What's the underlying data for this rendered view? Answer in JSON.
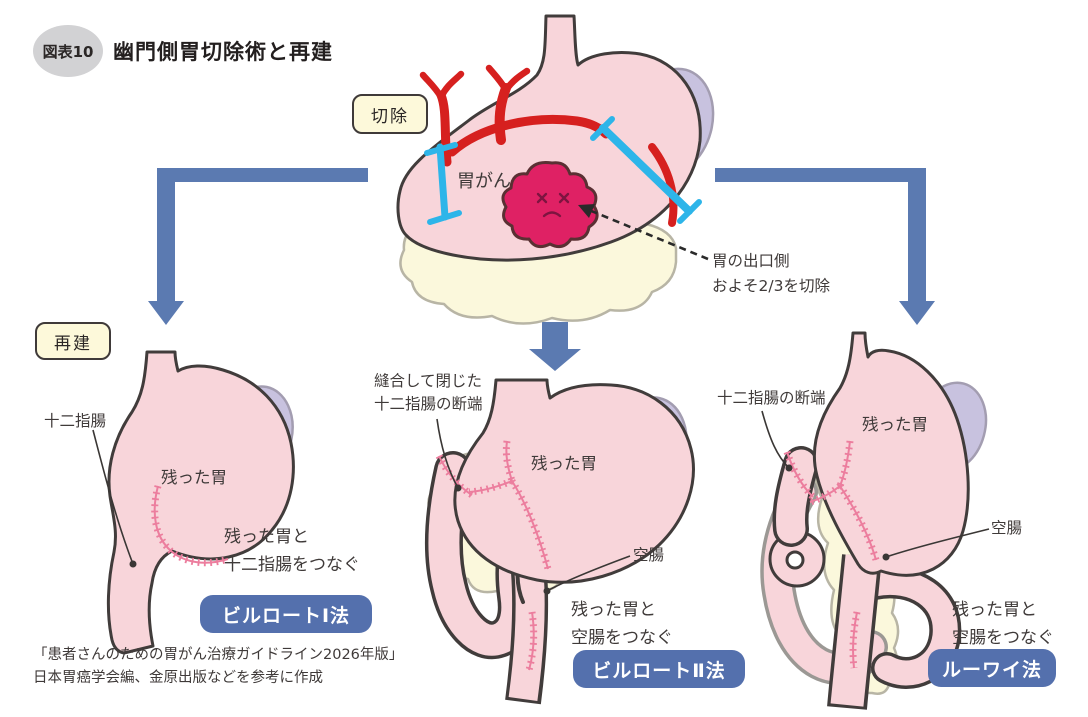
{
  "header": {
    "figure_badge": "図表10",
    "title": "幽門側胃切除術と再建"
  },
  "resection": {
    "step_label": "切除",
    "tumor_label": "胃がん",
    "note_line1": "胃の出口側",
    "note_line2": "およそ2/3を切除"
  },
  "reconstruction": {
    "step_label": "再建",
    "methods": [
      {
        "id": "billroth-1",
        "duodenum_label": "十二指腸",
        "stomach_label": "残った胃",
        "description_line1": "残った胃と",
        "description_line2": "十二指腸をつなぐ",
        "badge": "ビルロートⅠ法"
      },
      {
        "id": "billroth-2",
        "stump_label_line1": "縫合して閉じた",
        "stump_label_line2": "十二指腸の断端",
        "stomach_label": "残った胃",
        "jejunum_label": "空腸",
        "description_line1": "残った胃と",
        "description_line2": "空腸をつなぐ",
        "badge": "ビルロートⅡ法"
      },
      {
        "id": "roux-en-y",
        "stump_label": "十二指腸の断端",
        "stomach_label": "残った胃",
        "jejunum_label": "空腸",
        "description_line1": "残った胃と",
        "description_line2": "空腸をつなぐ",
        "badge": "ルーワイ法"
      }
    ]
  },
  "footer": {
    "citation_line1": "「患者さんのための胃がん治療ガイドライン2026年版」",
    "citation_line2": "日本胃癌学会編、金原出版などを参考に作成"
  },
  "colors": {
    "arrow_blue": "#5b7ab1",
    "badge_blue": "#5470ad",
    "label_box_yellow": "#fdf9da",
    "stomach_pink": "#f8d5da",
    "outline_dark": "#413c3b",
    "spleen_purple": "#c8c2df",
    "omentum_cream": "#fbf8dc",
    "vessel_red": "#d6201f",
    "cut_line_cyan": "#2db5e9",
    "tumor_magenta": "#df2164",
    "suture_pink": "#ec7e9e"
  }
}
